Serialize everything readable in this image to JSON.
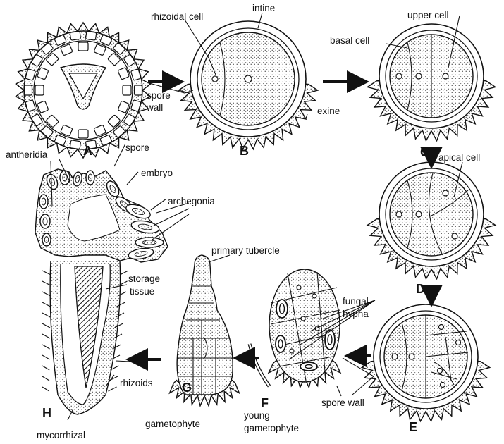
{
  "figure": {
    "labels": {
      "intine": "intine",
      "rhizoidal_cell": "rhizoidal cell",
      "upper_cell": "upper  cell",
      "basal_cell": "basal cell",
      "spore_wall_1": "spore",
      "spore_wall_2": "wall",
      "exine": "exine",
      "spore": "spore",
      "antheridia": "antheridia",
      "embryo": "embryo",
      "archegonia": "archegonia",
      "apical_cell": "apical cell",
      "primary_tubercle": "primary tubercle",
      "storage_1": "storage",
      "storage_2": "tissue",
      "fungal_1": "fungal",
      "fungal_2": "hypha",
      "spore_wall_bottom": "spore wall",
      "rhizoids": "rhizoids",
      "young_1": "young",
      "young_2": "gametophyte",
      "gametophyte": "gametophyte",
      "mycorrhizal": "mycorrhizal"
    },
    "stages": {
      "A": "A",
      "B": "B",
      "C": "C",
      "D": "D",
      "E": "E",
      "F": "F",
      "G": "G",
      "H": "H"
    }
  }
}
